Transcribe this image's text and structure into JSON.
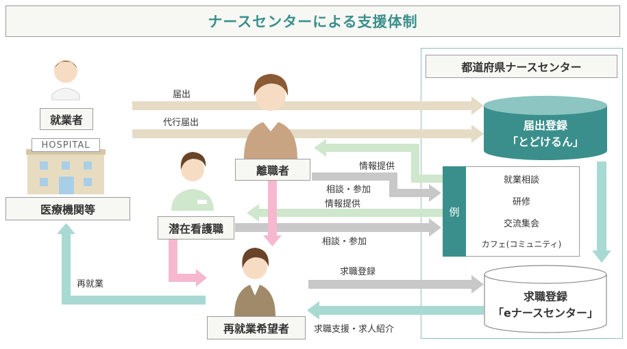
{
  "title": "ナースセンターによる支援体制",
  "center_panel": {
    "title": "都道府県ナースセンター",
    "db_top_line1": "届出登録",
    "db_top_line2": "「とどけるん」",
    "db_bottom_line1": "求職登録",
    "db_bottom_line2": "「eナースセンター」",
    "example_tab": "例",
    "example_items": [
      "就業相談",
      "研修",
      "交流集会",
      "カフェ(コミュニティ)"
    ]
  },
  "boxes": {
    "employed": "就業者",
    "hospital_sign": "HOSPITAL",
    "medical_institutions": "医療機関等",
    "left_job": "離職者",
    "latent_nurse": "潜在看護職",
    "reemployment_seeker": "再就業希望者"
  },
  "arrow_labels": {
    "notification": "届出",
    "proxy_notification": "代行届出",
    "info_provision_1": "情報提供",
    "consult_1": "相談・参加",
    "info_provision_2": "情報提供",
    "consult_2": "相談・参加",
    "job_registration": "求職登録",
    "job_support": "求職支援・求人紹介",
    "reemployment": "再就業"
  },
  "colors": {
    "teal": "#3a8f8c",
    "teal_light": "#a9d9d3",
    "tan_arrow": "#e6dcc6",
    "gray_arrow": "#c8c8c8",
    "green_arrow": "#cfe7cc",
    "pink_arrow": "#f6b8cf"
  }
}
